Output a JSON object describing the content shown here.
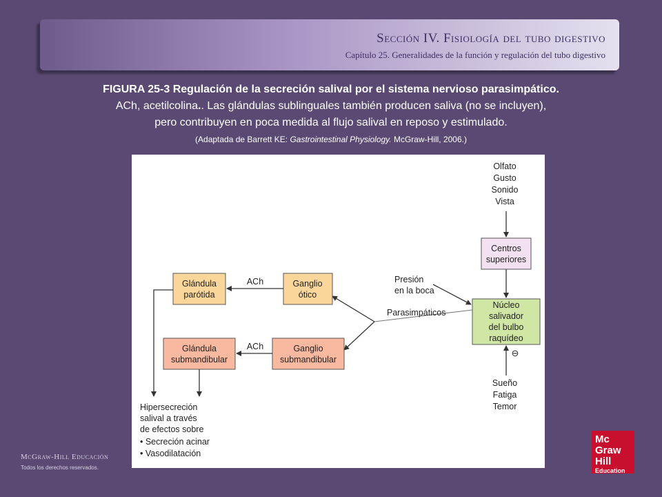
{
  "header": {
    "section": "Sección IV.  Fisiología del tubo digestivo",
    "chapter": "Capítulo 25.  Generalidades de la función y regulación del tubo digestivo"
  },
  "caption": {
    "figure_title": "FIGURA 25-3 Regulación de la secreción salival por el sistema nervioso parasimpático.",
    "line2_start": "ACh, acetilcolina",
    "line2_rest": ". Las glándulas sublinguales también producen saliva (no se incluyen),",
    "line3": "pero contribuyen en poca medida al flujo salival en reposo y estimulado.",
    "credit_prefix": "(Adaptada de Barrett KE: ",
    "credit_italic": "Gastrointestinal Physiology.",
    "credit_suffix": " McGraw-Hill, 2006.)"
  },
  "diagram": {
    "senses": [
      "Olfato",
      "Gusto",
      "Sonido",
      "Vista"
    ],
    "centros": [
      "Centros",
      "superiores"
    ],
    "nucleo": [
      "Núcleo",
      "salivador",
      "del bulbo",
      "raquídeo"
    ],
    "presion": [
      "Presión",
      "en la boca"
    ],
    "parasimpaticos": "Parasimpáticos",
    "inhibit": [
      "Sueño",
      "Fatiga",
      "Temor"
    ],
    "minus_symbol": "⊖",
    "ganglio_otico": [
      "Ganglio",
      "ótico"
    ],
    "ganglio_sub": [
      "Ganglio",
      "submandibular"
    ],
    "glandula_parotida": [
      "Glándula",
      "parótida"
    ],
    "glandula_sub": [
      "Glándula",
      "submandibular"
    ],
    "ach1": "ACh",
    "ach2": "ACh",
    "result": [
      "Hipersecreción",
      "salival a través",
      "de efectos sobre",
      "• Secreción acinar",
      "• Vasodilatación"
    ],
    "colors": {
      "centros": "#f3e0f0",
      "nucleo": "#cfe6a4",
      "parotid": "#fbd69a",
      "submand": "#f9b9a0"
    }
  },
  "footer": {
    "brand": "McGraw-Hill Educación",
    "rights": "Todos los derechos reservados."
  },
  "logo": {
    "line1": "Mc",
    "line2": "Graw",
    "line3": "Hill",
    "line4": "Education"
  }
}
